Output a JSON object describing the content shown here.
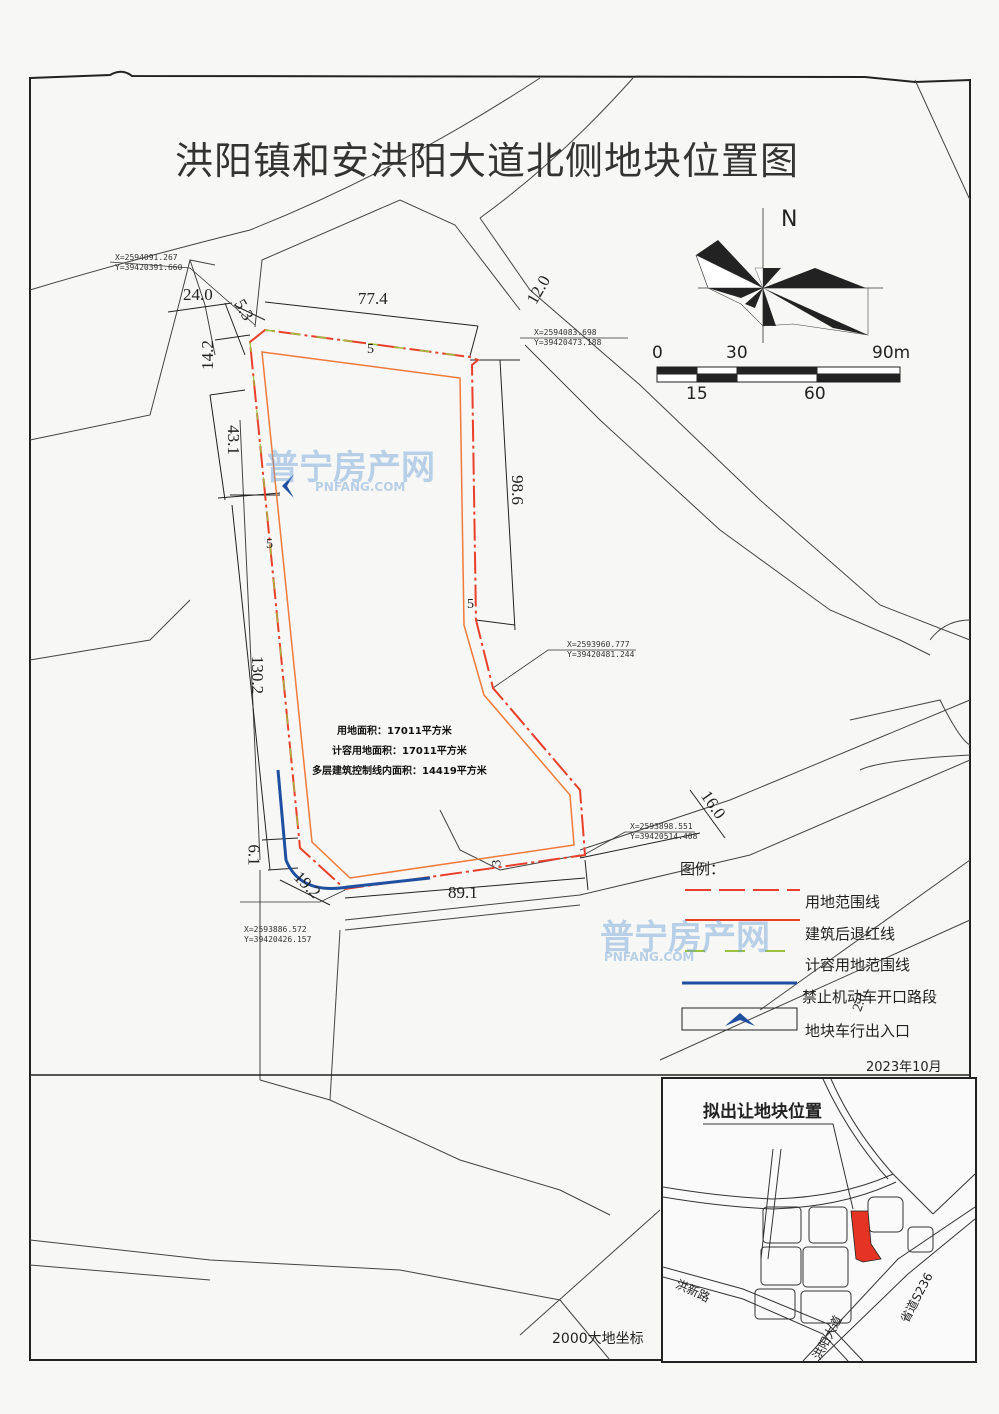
{
  "title": "洪阳镇和安洪阳大道北侧地块位置图",
  "compass": {
    "north_label": "N"
  },
  "scale_bar": {
    "top_labels": [
      "0",
      "30",
      "90m"
    ],
    "bottom_labels": [
      "15",
      "60"
    ]
  },
  "dimensions": {
    "d24": "24.0",
    "d5_3": "5.3",
    "d77_4": "77.4",
    "d12": "12.0",
    "d14_2": "14.2",
    "d43_1": "43.1",
    "d98_6": "98.6",
    "d5_top": "5",
    "d5_left": "5",
    "d5_right": "5",
    "d130_2": "130.2",
    "d6_1": "6.1",
    "d19_2": "19.2",
    "d89_1": "89.1",
    "d3": "3",
    "d16": "16.0",
    "d2": "2.0"
  },
  "coordinates": [
    {
      "x": "X=2594091.267",
      "y": "Y=39420391.660"
    },
    {
      "x": "X=2594083.698",
      "y": "Y=39420473.188"
    },
    {
      "x": "X=2593960.777",
      "y": "Y=39420481.244"
    },
    {
      "x": "X=2593898.551",
      "y": "Y=39420514.408"
    },
    {
      "x": "X=2593886.572",
      "y": "Y=39420426.157"
    }
  ],
  "stats": {
    "land_area": "用地面积：17011平方米",
    "far_area": "计容用地面积：17011平方米",
    "control_area": "多层建筑控制线内面积：14419平方米"
  },
  "legend": {
    "heading": "图例：",
    "items": [
      {
        "label": "用地范围线",
        "color": "#e8402a",
        "style": "dash-long"
      },
      {
        "label": "建筑后退红线",
        "color": "#e8402a",
        "style": "solid"
      },
      {
        "label": "计容用地范围线",
        "color": "#9ac23c",
        "style": "dash"
      },
      {
        "label": "禁止机动车开口路段",
        "color": "#1f4fa0",
        "style": "solid-thick"
      },
      {
        "label": "地块车行出入口",
        "color": "#1f4fa0",
        "style": "chevron-box"
      }
    ]
  },
  "date": "2023年10月",
  "inset": {
    "title": "拟出让地块位置",
    "roads": [
      "洪新路",
      "洪阳大道",
      "省道S236"
    ],
    "highlight_color": "#e53424"
  },
  "crs": "2000大地坐标",
  "watermark": {
    "brand": "普宁房产网",
    "domain": "PNFANG.COM"
  },
  "colors": {
    "boundary": "#e8402a",
    "setback": "#f07a3a",
    "no_access": "#1f4fa0",
    "far": "#9ac23c"
  }
}
